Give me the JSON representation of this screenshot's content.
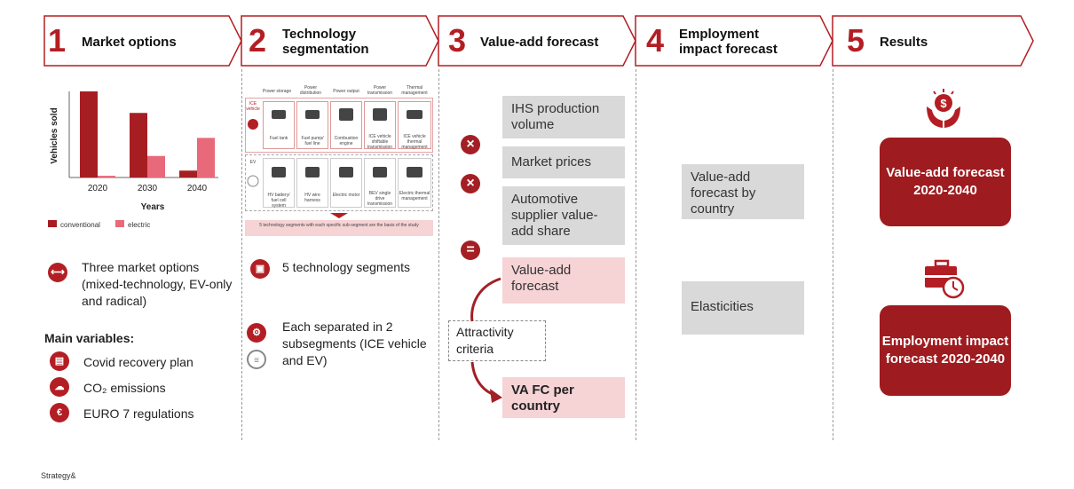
{
  "header": {
    "steps": [
      {
        "num": "1",
        "title": "Market options"
      },
      {
        "num": "2",
        "title": "Technology segmentation"
      },
      {
        "num": "3",
        "title": "Value-add forecast"
      },
      {
        "num": "4",
        "title": "Employment impact forecast"
      },
      {
        "num": "5",
        "title": "Results"
      }
    ]
  },
  "col1": {
    "chart_data": {
      "type": "bar",
      "categories": [
        "2020",
        "2030",
        "2040"
      ],
      "series": [
        {
          "name": "conventional",
          "color": "#a61e22",
          "values": [
            100,
            75,
            8
          ]
        },
        {
          "name": "electric",
          "color": "#e8697a",
          "values": [
            2,
            25,
            46
          ]
        }
      ],
      "xlabel": "Years",
      "ylabel": "Vehicles sold",
      "ylim": [
        0,
        100
      ],
      "grid": false,
      "legend": "bottom-left"
    },
    "market_options_text": "Three market options (mixed-technology, EV-only and radical)",
    "main_variables_label": "Main variables:",
    "variables": [
      "Covid recovery plan",
      "CO₂ emissions",
      "EURO 7 regulations"
    ]
  },
  "col2": {
    "thumb": {
      "top_headers": [
        "Power storage",
        "Power distribution",
        "Power output",
        "Power transmission",
        "Thermal management"
      ],
      "ice_label": "ICE vehicle",
      "ev_label": "EV",
      "ice_items": [
        "Fuel tank",
        "Fuel pump/ fuel line",
        "Combustion engine",
        "ICE vehicle shiftable transmission",
        "ICE vehicle thermal management"
      ],
      "ev_items": [
        "HV battery/ fuel cell system",
        "HV wire harness",
        "Electric motor",
        "BEV single drive transmission",
        "Electric thermal management"
      ],
      "footer": "5 technology segments with each specific sub-segment are the basis of the study"
    },
    "segments_text": "5 technology segments",
    "separated_text": "Each separated in 2 subsegments (ICE vehicle and EV)"
  },
  "col3": {
    "ihs": "IHS production volume",
    "market_prices": "Market prices",
    "supplier_share": "Automotive supplier value-add share",
    "value_add_forecast": "Value-add forecast",
    "attractivity": "Attractivity criteria",
    "va_fc": "VA FC per country",
    "op_times": "×",
    "op_equals": "="
  },
  "col4": {
    "by_country": "Value-add forecast by country",
    "elasticities": "Elasticities"
  },
  "col5": {
    "card1": "Value-add forecast 2020-2040",
    "card2": "Employment impact forecast 2020-2040"
  },
  "footer": {
    "source": "Strategy&"
  },
  "colors": {
    "accent": "#b31e24",
    "dark_red": "#9e1b1f",
    "pink": "#f6d3d5",
    "grey": "#d9d9d9"
  }
}
